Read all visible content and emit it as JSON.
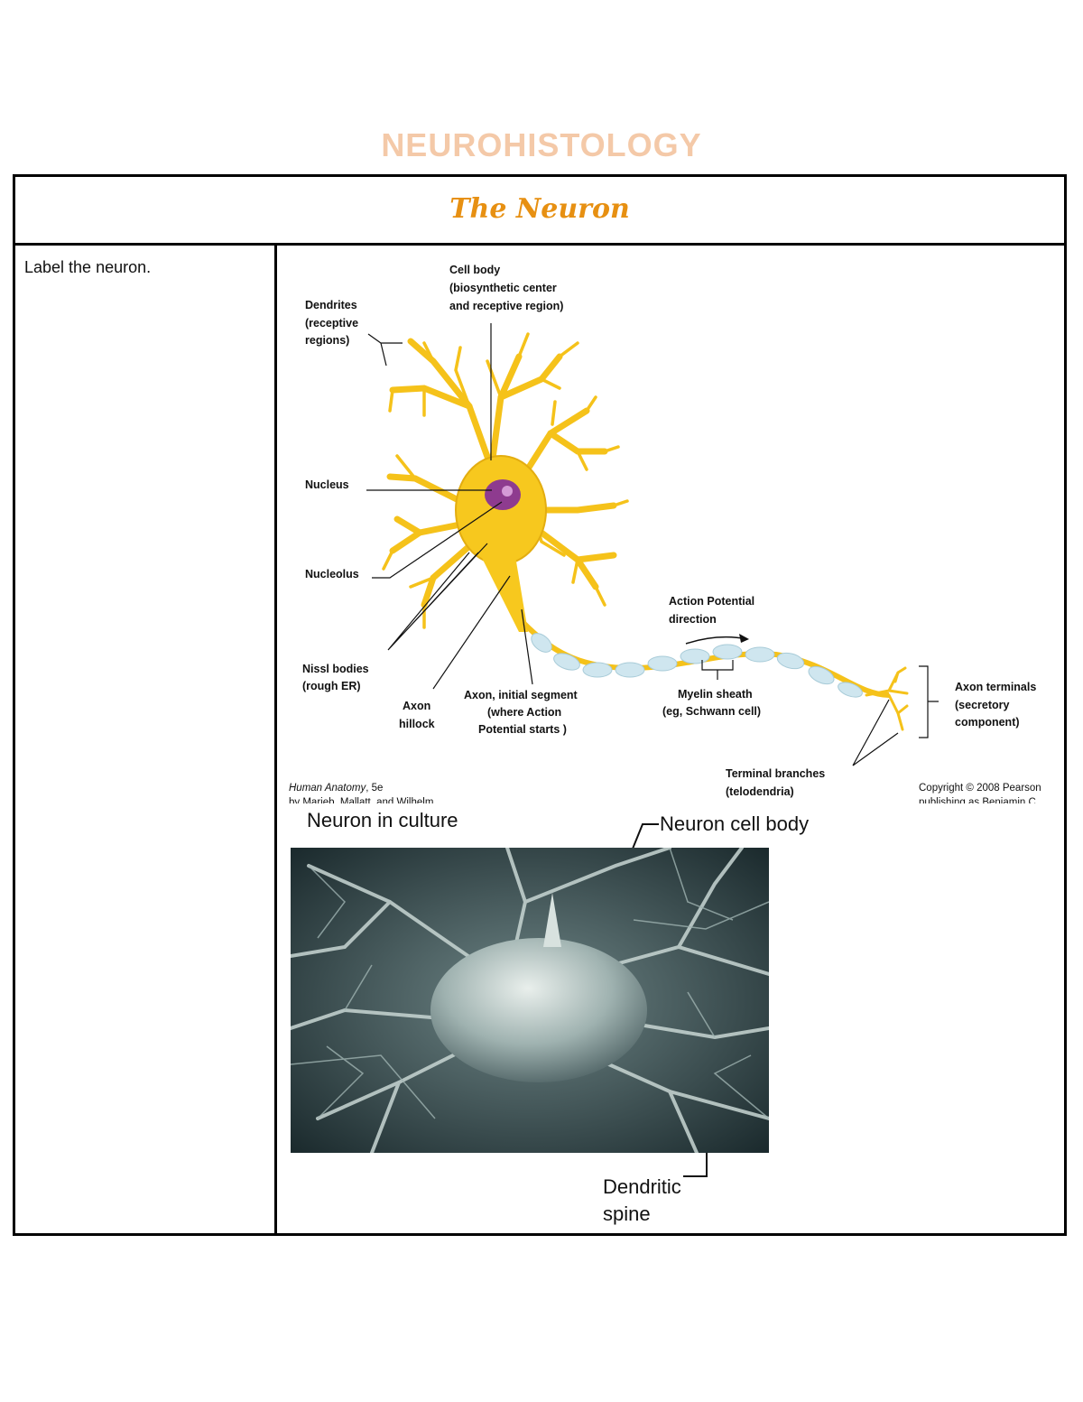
{
  "document": {
    "title": "NEUROHISTOLOGY",
    "section_title": "The Neuron",
    "instruction": "Label the neuron."
  },
  "diagram": {
    "labels": {
      "cell_body_1": "Cell body",
      "cell_body_2": "(biosynthetic center",
      "cell_body_3": "and receptive region)",
      "dendrites_1": "Dendrites",
      "dendrites_2": "(receptive",
      "dendrites_3": "regions)",
      "nucleus": "Nucleus",
      "nucleolus": "Nucleolus",
      "nissl_1": "Nissl bodies",
      "nissl_2": "(rough ER)",
      "hillock_1": "Axon",
      "hillock_2": "hillock",
      "axon_seg_1": "Axon, initial segment",
      "axon_seg_2": "(where Action",
      "axon_seg_3": "Potential starts )",
      "ap_1": "Action Potential",
      "ap_2": "direction",
      "myelin_1": "Myelin sheath",
      "myelin_2": "(eg, Schwann cell)",
      "terminals_1": "Axon terminals",
      "terminals_2": "(secretory",
      "terminals_3": "component)",
      "branches_1": "Terminal branches",
      "branches_2": "(telodendria)",
      "credit_book": "Human Anatomy",
      "credit_ed": ", 5e",
      "credit_authors": "by Marieb, Mallatt, and Wilhelm",
      "copyright_1": "Copyright © 2008 Pearson",
      "copyright_2": "publishing as Benjamin C"
    },
    "colors": {
      "neuron": "#f7c81e",
      "nucleus": "#8e3b8f",
      "myelin": "#cfe6ef"
    }
  },
  "micrograph": {
    "title": "Neuron in culture",
    "label_cell_body": "Neuron cell body",
    "label_spine_1": "Dendritic",
    "label_spine_2": "spine"
  }
}
